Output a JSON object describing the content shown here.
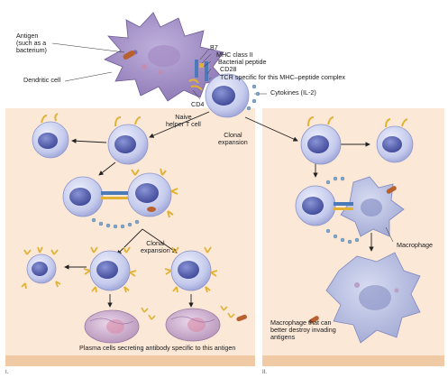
{
  "labels": {
    "antigen": "Antigen\n(such as a\nbacterium)",
    "dendritic_cell": "Dendritic cell",
    "b7": "B7",
    "mhc_class_ii": "MHC class II",
    "bacterial_peptide": "Bacterial peptide",
    "cd28": "CD28",
    "tcr": "TCR specific for this MHC–peptide complex",
    "cd4": "CD4",
    "naive_helper_t_cell": "Naive\nhelper T cell",
    "cytokines": "Cytokines (IL-2)",
    "clonal_expansion_top": "Clonal\nexpansion",
    "clonal_expansion_bottom": "Clonal\nexpansion",
    "plasma_cells": "Plasma cells secreting antibody specific to this antigen",
    "macrophage": "Macrophage",
    "macrophage_destroy": "Macrophage that can\nbetter destroy invading\nantigens",
    "panel_one": "I.",
    "panel_two": "II."
  },
  "colors": {
    "panel_fill": "#fbe8d6",
    "panel_bottom": "#f0c9a5",
    "dendritic": "#9a86bf",
    "t_cell": "#c9cfee",
    "nucleus": "#4d58a6",
    "receptor": "#e1b233",
    "plasma": "#c7a8c8",
    "cytokine": "#7fa6c8",
    "bacterium": "#b9612e"
  }
}
